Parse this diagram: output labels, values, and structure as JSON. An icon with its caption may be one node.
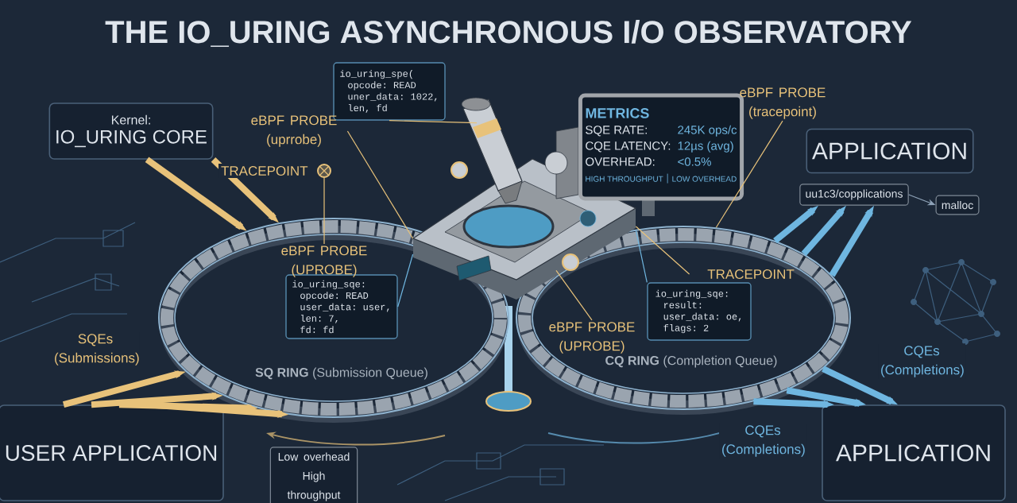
{
  "diagram": {
    "title": "THE IO_URING ASYNCHRONOUS I/O OBSERVATORY",
    "nodes": [
      {
        "text": [
          "Kernel:",
          "IO_URING CORE"
        ]
      },
      {
        "text": [
          "io_uring_spe(",
          "opcode: READ",
          "uner_data: 1022,",
          "len, fd"
        ]
      },
      {
        "text": [
          "METRICS",
          "SQE RATE:",
          "245K ops/c",
          "CQE LATENCY:",
          "12µs (avg)",
          "OVERHEAD:",
          "<0.5%",
          "HIGH THROUGHPUT",
          "LOW OVERHEAD"
        ]
      },
      {
        "text": [
          "APPLICATION"
        ]
      },
      {
        "text": [
          "uu1c3/copplications"
        ]
      },
      {
        "text": [
          "malloc"
        ]
      },
      {
        "text": [
          "**SQ RING** (Submission Queue)"
        ]
      },
      {
        "text": [
          "**CQ RING** (Completion Queue)"
        ]
      },
      {
        "text": [
          "io_uring_sqe:",
          "opcode: READ",
          "user_data: user,",
          "len: 7,",
          "fd: fd"
        ],
        "in": 6
      },
      {
        "text": [
          "io_uring_sqe:",
          "result:",
          "user_data: oe,",
          "flags: 2"
        ],
        "in": 7
      },
      {
        "text": [],
        "shape": "picture"
      },
      {
        "text": [
          "USER APPLICATION"
        ]
      },
      {
        "text": [
          "APPLICATION"
        ]
      },
      {
        "text": [
          "Low overhead High throughput"
        ]
      },
      {
        "text": [
          "eBPF PROBE (uprrobe)"
        ]
      },
      {
        "text": [
          "eBPF PROBE (UPROBE)"
        ],
        "in": 6
      },
      {
        "text": [
          "eBPF PROBE (tracepoint)"
        ]
      },
      {
        "text": [
          "TRACEPOINT"
        ],
        "in": 7
      },
      {
        "text": [
          "eBPF PROBE (UPROBE)"
        ],
        "in": 7
      },
      {
        "text": [],
        "shape": "circle"
      }
    ],
    "edges": [
      {
        "from": 0,
        "to": 6,
        "arrow": "to",
        "label": "TRACEPOINT"
      },
      {
        "from": 0,
        "to": 6,
        "arrow": "to"
      },
      {
        "from": 11,
        "to": 6,
        "arrow": "to",
        "label": "SQEs (Submissions)"
      },
      {
        "from": 11,
        "to": 6,
        "arrow": "to"
      },
      {
        "from": 11,
        "to": 6,
        "arrow": "to"
      },
      {
        "from": 11,
        "to": 6,
        "arrow": "to"
      },
      {
        "from": 7,
        "to": 4,
        "arrow": "to",
        "color": "#6fb6e0"
      },
      {
        "from": 7,
        "to": 4,
        "arrow": "to",
        "color": "#6fb6e0"
      },
      {
        "from": 7,
        "to": 4,
        "arrow": "to",
        "color": "#6fb6e0"
      },
      {
        "from": 7,
        "to": 12,
        "arrow": "to",
        "color": "#6fb6e0",
        "label": "CQEs (Completions)"
      },
      {
        "from": 7,
        "to": 12,
        "arrow": "to",
        "color": "#6fb6e0"
      },
      {
        "from": 7,
        "to": 12,
        "arrow": "to",
        "color": "#6fb6e0",
        "label": "CQEs (Completions)"
      },
      {
        "from": 4,
        "to": 5,
        "arrow": "to",
        "color": "#8fa3b8"
      },
      {
        "from": 8,
        "to": 10,
        "arrow": "none",
        "color": "#6fb6e0"
      },
      {
        "from": 9,
        "to": 10,
        "arrow": "none",
        "color": "#6fb6e0"
      },
      {
        "from": 1,
        "to": 10,
        "arrow": "none"
      },
      {
        "from": 14,
        "to": 10,
        "arrow": "none"
      },
      {
        "from": 15,
        "to": 19,
        "arrow": "none"
      },
      {
        "from": 16,
        "to": 7,
        "arrow": "none"
      },
      {
        "from": 17,
        "to": 10,
        "arrow": "none"
      },
      {
        "from": 18,
        "to": 10,
        "arrow": "none"
      }
    ]
  }
}
